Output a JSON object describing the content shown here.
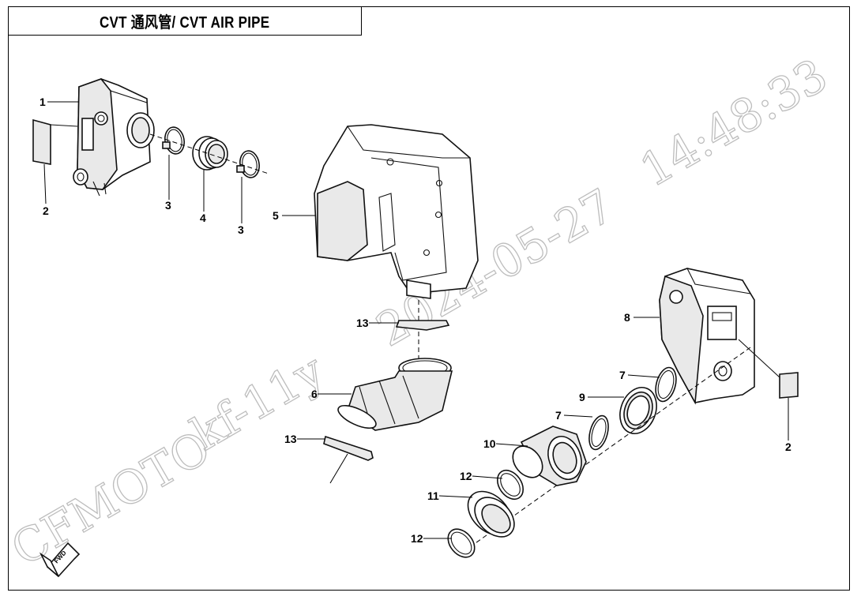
{
  "title": "CVT 通风管/ CVT AIR PIPE",
  "watermark": {
    "brand": "CFMOTO",
    "user": "kf-11y",
    "date": "2024-05-27",
    "time": "14:48:33"
  },
  "direction_badge": "FWD",
  "callouts": [
    {
      "id": "c1",
      "number": "1"
    },
    {
      "id": "c2a",
      "number": "2"
    },
    {
      "id": "c3a",
      "number": "3"
    },
    {
      "id": "c4",
      "number": "4"
    },
    {
      "id": "c3b",
      "number": "3"
    },
    {
      "id": "c5",
      "number": "5"
    },
    {
      "id": "c13a",
      "number": "13"
    },
    {
      "id": "c6",
      "number": "6"
    },
    {
      "id": "c13b",
      "number": "13"
    },
    {
      "id": "c8",
      "number": "8"
    },
    {
      "id": "c7a",
      "number": "7"
    },
    {
      "id": "c9",
      "number": "9"
    },
    {
      "id": "c7b",
      "number": "7"
    },
    {
      "id": "c10",
      "number": "10"
    },
    {
      "id": "c12a",
      "number": "12"
    },
    {
      "id": "c11",
      "number": "11"
    },
    {
      "id": "c12b",
      "number": "12"
    },
    {
      "id": "c2b",
      "number": "2"
    }
  ]
}
